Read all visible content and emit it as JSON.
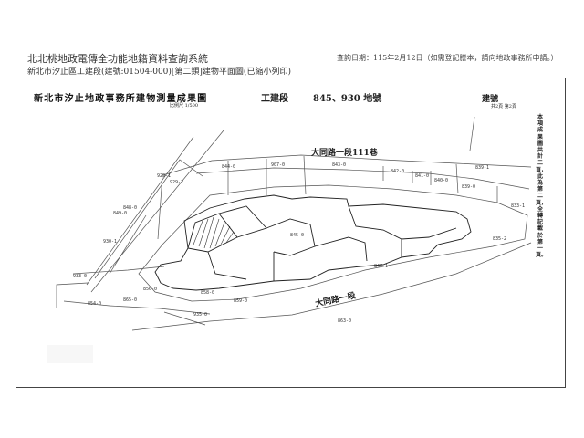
{
  "header": {
    "title": "北北桃地政電傳全功能地籍資料查詢系統",
    "query_date": "查詢日期：115年2月12日（如需登記謄本，請向地政事務所申請。）",
    "subtitle": "新北市汐止區工建段(建號:01504-000)[第二類]建物平面圖(已縮小列印)"
  },
  "sheet": {
    "office_title": "新北市汐止地政事務所建物測量成果圖",
    "section": "工建段",
    "parcels": "845、930 地號",
    "building_no": "建號",
    "sheet_no": "共2頁 第2頁",
    "scale": "比例尺 1/500",
    "side_note": "本項成果圖共計二頁，此為第二頁，全轉記載於第一頁。"
  },
  "roads": {
    "lane": "大同路一段111巷",
    "main": "大同路一段"
  },
  "lots": {
    "l844": "844-0",
    "l907": "907-0",
    "l843": "843-0",
    "l842": "842-0",
    "l841": "841-0",
    "l840": "840-0",
    "l839": "839-0",
    "l8391": "839-1",
    "l8331": "833-1",
    "l8352": "835-2",
    "l9291": "929-1",
    "l9292": "929-2",
    "l8480": "848-0",
    "l8490": "849-0",
    "l9301": "930-1",
    "l9330": "933-0",
    "l8471": "847-1",
    "l8560": "856-0",
    "l8580": "858-0",
    "l8590": "859-0",
    "l8630": "863-0",
    "l8540": "854-0",
    "l8650": "865-0",
    "l8450": "845-0",
    "l9350": "935-0"
  }
}
